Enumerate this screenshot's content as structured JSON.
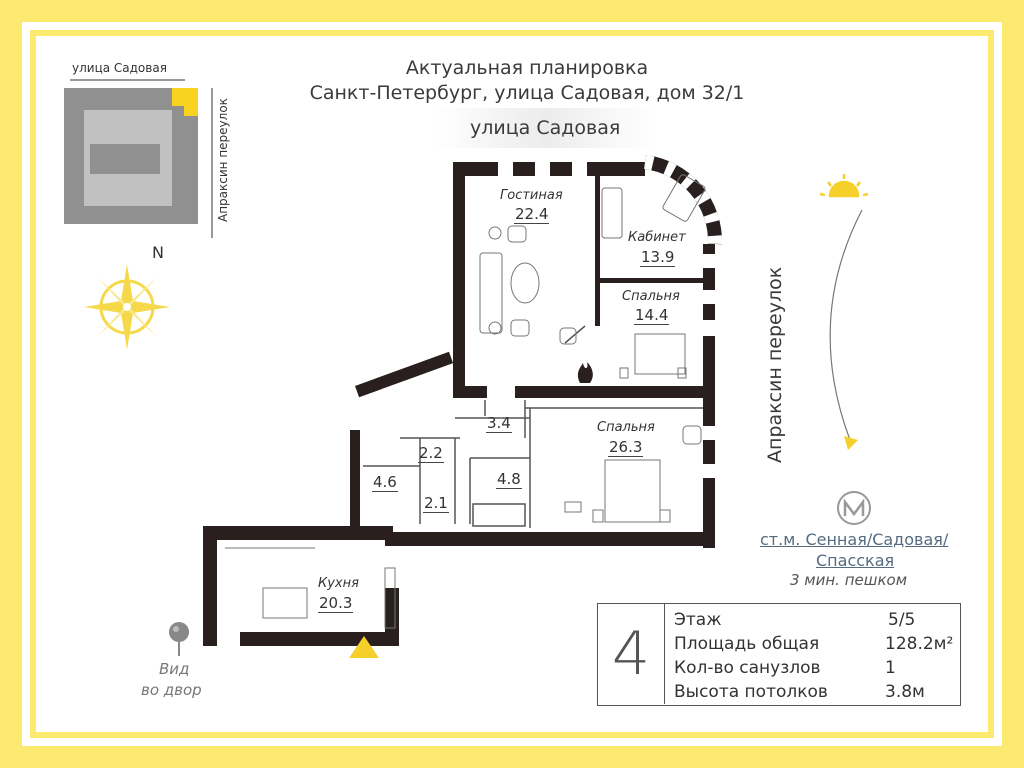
{
  "header": {
    "title_line1": "Актуальная планировка",
    "title_line2": "Санкт-Петербург, улица Садовая, дом 32/1"
  },
  "streets": {
    "top": "улица Садовая",
    "side": "Апраксин переулок",
    "mini_top": "улица Садовая",
    "mini_side": "Апраксин переулок"
  },
  "compass": {
    "north": "N"
  },
  "rooms": [
    {
      "name": "Гостиная",
      "area": "22.4"
    },
    {
      "name": "Кабинет",
      "area": "13.9"
    },
    {
      "name": "Спальня",
      "area": "14.4"
    },
    {
      "name": "",
      "area": "3.4"
    },
    {
      "name": "Спальня",
      "area": "26.3"
    },
    {
      "name": "",
      "area": "2.2"
    },
    {
      "name": "",
      "area": "4.6"
    },
    {
      "name": "",
      "area": "2.1"
    },
    {
      "name": "",
      "area": "4.8"
    },
    {
      "name": "Кухня",
      "area": "20.3"
    }
  ],
  "metro": {
    "line1": "ст.м. Сенная/Садовая/",
    "line2": "Спасская",
    "walk": "3 мин. пешком"
  },
  "view": {
    "line1": "Вид",
    "line2": "во двор"
  },
  "info": {
    "floor_number": "4",
    "rows": [
      {
        "label": "Этаж",
        "value": "5/5"
      },
      {
        "label": "Площадь общая",
        "value": "128.2м²"
      },
      {
        "label": "Кол-во санузлов",
        "value": "1"
      },
      {
        "label": "Высота потолков",
        "value": "3.8м"
      }
    ]
  },
  "colors": {
    "frame": "#fce96f",
    "accent": "#f7d21e",
    "wall": "#2a1f1f",
    "sun": "#f5cf2a"
  }
}
